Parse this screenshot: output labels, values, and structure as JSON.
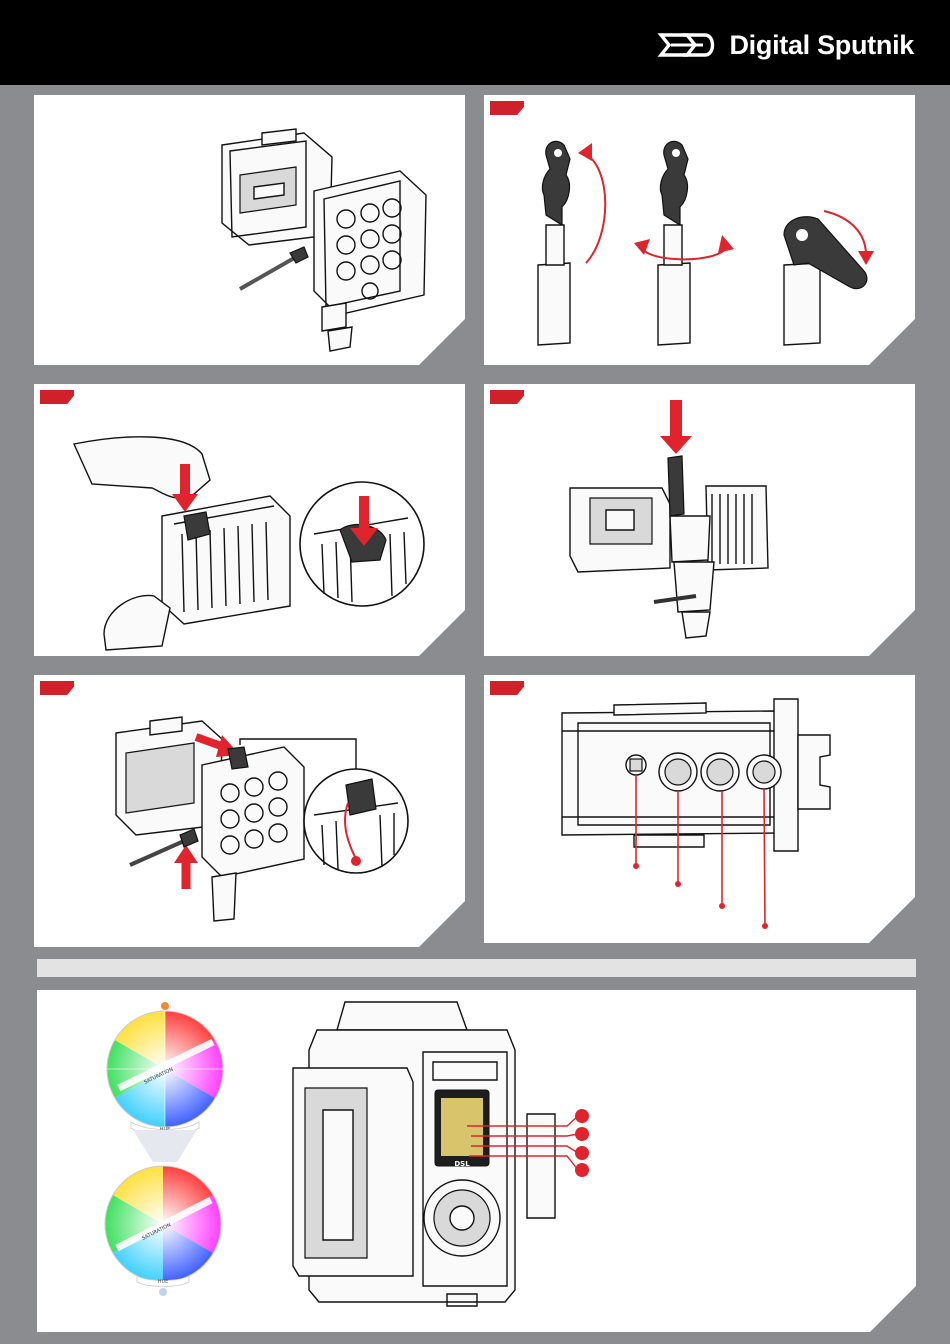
{
  "header": {
    "brand_name": "Digital Sputnik",
    "background": "#000000",
    "accent": "#d0202a"
  },
  "icons": [
    "brand-logo-icon",
    "rotate-arrow-icon",
    "push-arrow-icon",
    "callout-dot-icon"
  ],
  "color_wheels": {
    "top_wheel_label": "HUE",
    "bottom_wheel_label": "HUE",
    "ring_text": "SATURATION"
  },
  "display": {
    "lcd_brand": "DSL",
    "callout_count": 4
  }
}
